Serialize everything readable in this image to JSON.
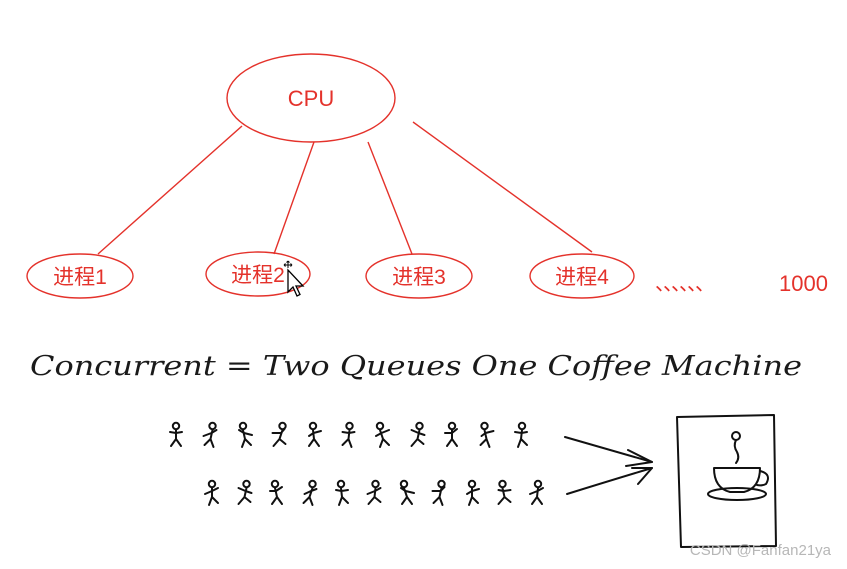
{
  "diagram": {
    "root": {
      "label": "CPU"
    },
    "processes": [
      {
        "label": "进程1"
      },
      {
        "label": "进程2"
      },
      {
        "label": "进程3"
      },
      {
        "label": "进程4"
      }
    ],
    "ellipsis": "、、、、、、",
    "count": "1000",
    "caption": "Concurrent = Two Queues One Coffee Machine",
    "queues": [
      {
        "people": 11
      },
      {
        "people": 11
      }
    ]
  },
  "watermark": "CSDN @Fanfan21ya",
  "colors": {
    "accent": "#e4322b",
    "ink": "#111111",
    "watermark": "#b7b7b7"
  },
  "icons": [
    "cursor-icon",
    "coffee-cup-icon"
  ]
}
